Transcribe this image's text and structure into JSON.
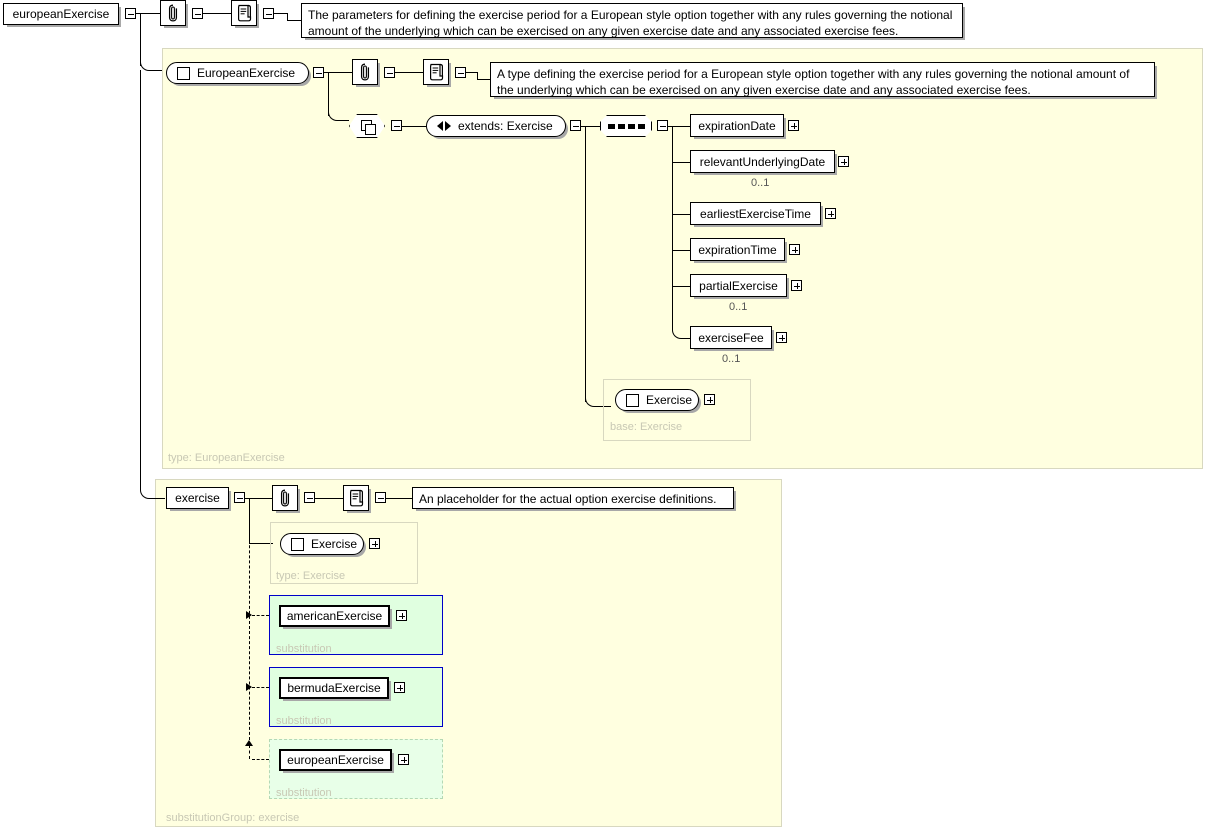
{
  "diagram": {
    "title": "europeanExercise XSD element diagram",
    "colors": {
      "panel_bg": "#FFFFE0",
      "panel_border": "#D8D8C0",
      "substitution_green": "#E0FFE0",
      "substitution_border": "#0000C8",
      "label_gray": "#C8C8B4"
    }
  },
  "root": {
    "element_label": "europeanExercise",
    "annotation_icon": "paperclip-icon",
    "documentation_icon": "document-icon",
    "documentation": "The parameters for defining the exercise period for a European style option together with any rules governing the notional amount of the underlying which can be exercised on any given exercise date and any associated exercise fees."
  },
  "type_panel": {
    "footer_label": "type: EuropeanExercise",
    "type_capsule": "EuropeanExercise",
    "annotation_icon": "paperclip-icon",
    "documentation_icon": "document-icon",
    "documentation": "A type defining the exercise period for a European style option together with any rules governing the notional amount of the underlying which can be exercised on any given exercise date and any associated exercise fees.",
    "extension_node": "extension-icon",
    "extends_label": "extends: Exercise",
    "sequence_node": "sequence-icon",
    "children": [
      {
        "label": "expirationDate",
        "cardinality": "",
        "toggle": "plus"
      },
      {
        "label": "relevantUnderlyingDate",
        "cardinality": "0..1",
        "toggle": "plus"
      },
      {
        "label": "earliestExerciseTime",
        "cardinality": "",
        "toggle": "plus"
      },
      {
        "label": "expirationTime",
        "cardinality": "",
        "toggle": "plus"
      },
      {
        "label": "partialExercise",
        "cardinality": "0..1",
        "toggle": "plus"
      },
      {
        "label": "exerciseFee",
        "cardinality": "0..1",
        "toggle": "plus"
      }
    ],
    "base_box": {
      "capsule_label": "Exercise",
      "footer_label": "base: Exercise"
    }
  },
  "substitution_panel": {
    "footer_label": "substitutionGroup: exercise",
    "element_label": "exercise",
    "annotation_icon": "paperclip-icon",
    "documentation_icon": "document-icon",
    "documentation": "An placeholder for the actual option exercise definitions.",
    "type_box": {
      "capsule_label": "Exercise",
      "footer_label": "type: Exercise"
    },
    "substitutions": [
      {
        "label": "americanExercise",
        "footer_label": "substitution",
        "style": "solid"
      },
      {
        "label": "bermudaExercise",
        "footer_label": "substitution",
        "style": "solid"
      },
      {
        "label": "europeanExercise",
        "footer_label": "substitution",
        "style": "dashed"
      }
    ]
  }
}
